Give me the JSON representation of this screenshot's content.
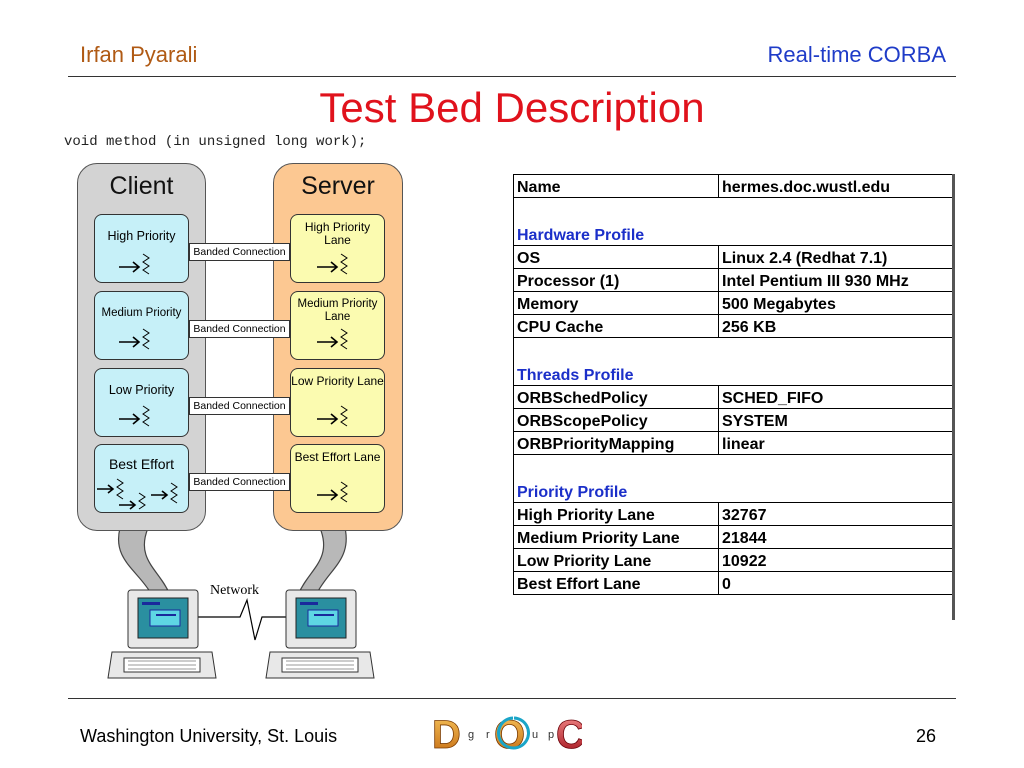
{
  "header": {
    "author": "Irfan Pyarali",
    "topic": "Real-time CORBA"
  },
  "title": "Test Bed Description",
  "code_line": "void method (in unsigned long work);",
  "diagram": {
    "client_title": "Client",
    "server_title": "Server",
    "client_lanes": [
      "High Priority",
      "Medium Priority",
      "Low Priority",
      "Best Effort"
    ],
    "server_lanes": [
      "High Priority Lane",
      "Medium Priority Lane",
      "Low Priority Lane",
      "Best Effort Lane"
    ],
    "connections": [
      "Banded Connection",
      "Banded Connection",
      "Banded Connection",
      "Banded Connection"
    ],
    "network_label": "Network"
  },
  "table": {
    "rows": [
      {
        "type": "row",
        "key": "Name",
        "value": "hermes.doc.wustl.edu"
      },
      {
        "type": "section",
        "label": "Hardware Profile"
      },
      {
        "type": "row",
        "key": "OS",
        "value": "Linux 2.4 (Redhat 7.1)"
      },
      {
        "type": "row",
        "key": "Processor (1)",
        "value": "Intel Pentium III 930 MHz"
      },
      {
        "type": "row",
        "key": "Memory",
        "value": "500 Megabytes"
      },
      {
        "type": "row",
        "key": "CPU Cache",
        "value": "256 KB"
      },
      {
        "type": "section",
        "label": "Threads Profile"
      },
      {
        "type": "row",
        "key": "ORBSchedPolicy",
        "value": "SCHED_FIFO"
      },
      {
        "type": "row",
        "key": "ORBScopePolicy",
        "value": "SYSTEM"
      },
      {
        "type": "row",
        "key": "ORBPriorityMapping",
        "value": "linear"
      },
      {
        "type": "section",
        "label": "Priority Profile"
      },
      {
        "type": "row",
        "key": "High Priority Lane",
        "value": "32767"
      },
      {
        "type": "row",
        "key": "Medium Priority Lane",
        "value": "21844"
      },
      {
        "type": "row",
        "key": "Low Priority Lane",
        "value": "10922"
      },
      {
        "type": "row",
        "key": "Best Effort Lane",
        "value": "0"
      }
    ]
  },
  "footer": {
    "institution": "Washington University, St. Louis",
    "page_number": "26"
  },
  "logo": {
    "big_letters": [
      "D",
      "O",
      "C"
    ],
    "small_letters": [
      "g",
      "r",
      "u",
      "p"
    ]
  },
  "colors": {
    "header_author": "#b05a14",
    "header_topic": "#1f3cc8",
    "title": "#e0121c",
    "section": "#1b2fc9",
    "client_panel": "#d3d3d3",
    "server_panel": "#fcc892",
    "client_box": "#c6f0f8",
    "server_box": "#fbfbb0"
  }
}
